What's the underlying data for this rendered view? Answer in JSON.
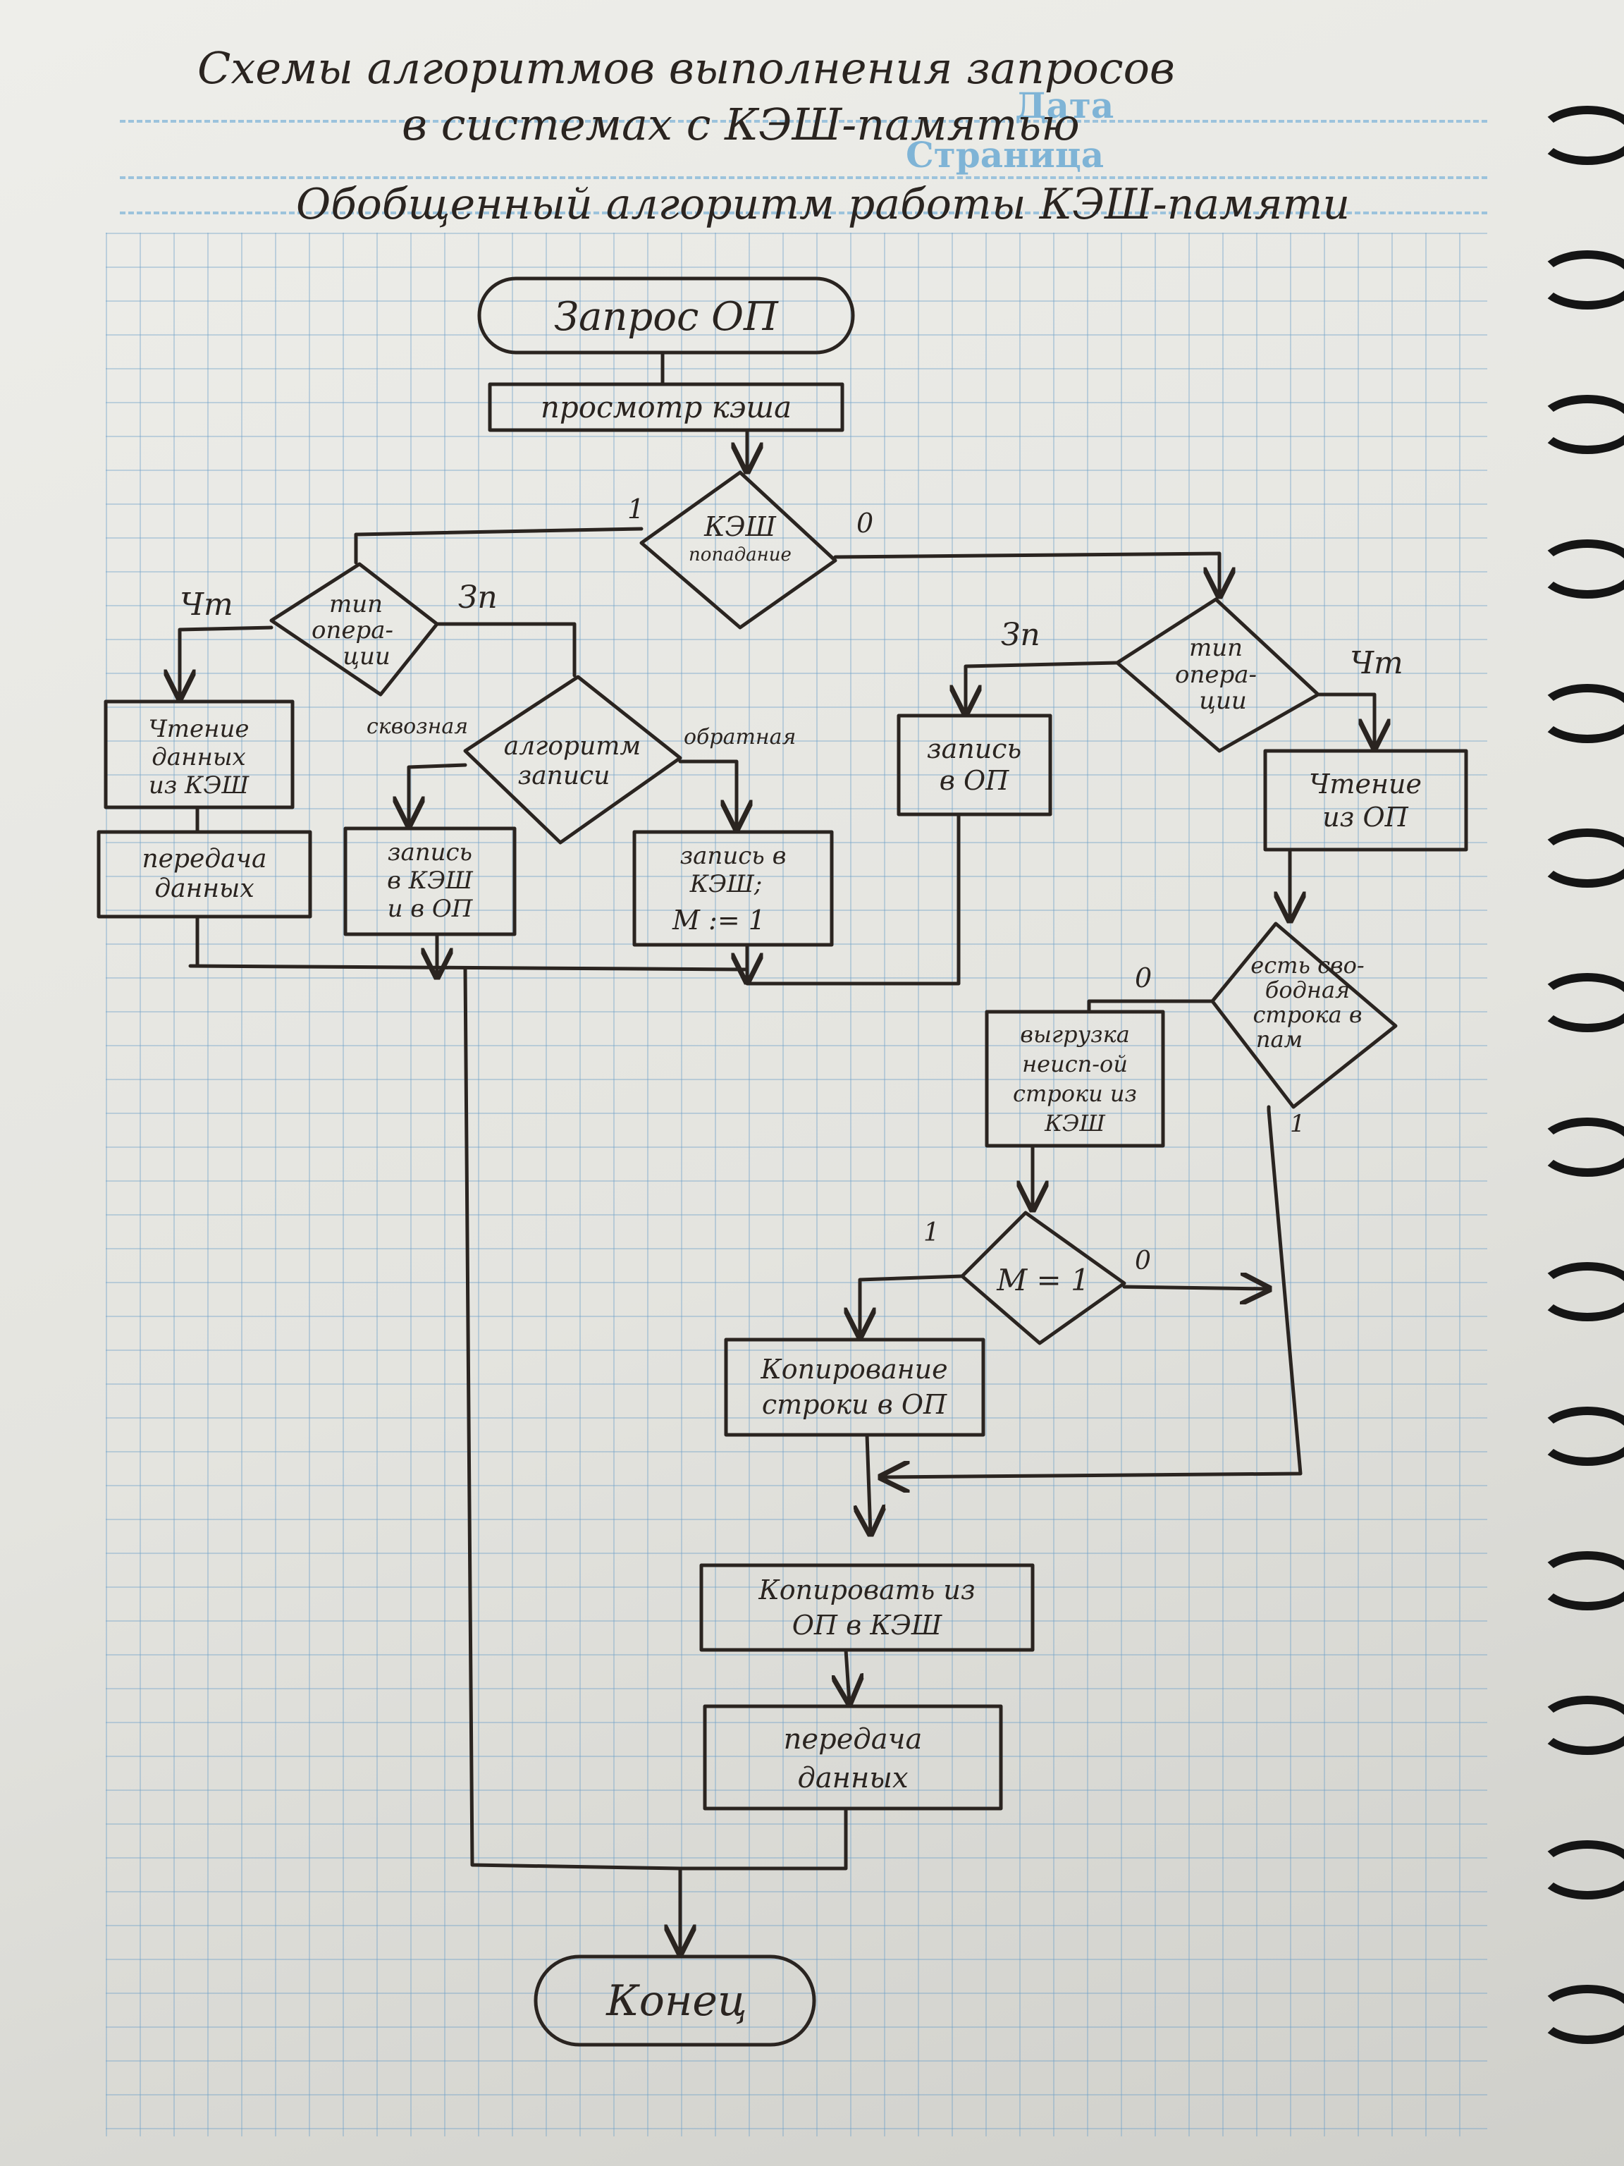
{
  "header": {
    "title_line1": "Схемы алгоритмов выполнения запросов",
    "title_line2": "в системах с КЭШ-памятью",
    "subtitle": "Обобщенный алгоритм работы КЭШ-памяти",
    "printed_date": "Дата",
    "printed_page": "Страница"
  },
  "nodes": {
    "start": "Запрос ОП",
    "view_cache": "просмотр кэша",
    "cache_hit": [
      "КЭШ",
      "попадание"
    ],
    "op_type_left": [
      "тип",
      "опера-",
      "ции"
    ],
    "read_cache": [
      "Чтение",
      "данных",
      "из КЭШ"
    ],
    "transfer_left": [
      "передача",
      "данных"
    ],
    "write_algo": [
      "алгоритм",
      "записи"
    ],
    "write_cache_op": [
      "запись",
      "в КЭШ",
      "и в ОП"
    ],
    "write_cache_m": [
      "запись в",
      "КЭШ;",
      "М := 1"
    ],
    "op_type_right": [
      "тип",
      "опера-",
      "ции"
    ],
    "write_op": [
      "запись",
      "в ОП"
    ],
    "read_op": [
      "Чтение",
      "из ОП"
    ],
    "free_line": [
      "есть сво-",
      "бодная",
      "строка в",
      "пам"
    ],
    "unload_line": [
      "выгрузка",
      "неисп-ой",
      "строки из",
      "КЭШ"
    ],
    "m_check": "М = 1",
    "copy_line": [
      "Копирование",
      "строки в ОП"
    ],
    "copy_op_cache": [
      "Копировать из",
      "ОП в КЭШ"
    ],
    "transfer_data": [
      "передача",
      "данных"
    ],
    "end": "Конец"
  },
  "labels": {
    "hit_yes": "1",
    "hit_no": "0",
    "left_read": "Чт",
    "left_write": "Зп",
    "through": "сквозная",
    "back": "обратная",
    "right_write": "Зп",
    "right_read": "Чт",
    "free_no": "0",
    "free_yes": "1",
    "m_yes": "1",
    "m_no": "0"
  },
  "colors": {
    "ink": "#2a2420",
    "grid": "#6ea0c8",
    "printed": "#7fb4d6"
  }
}
